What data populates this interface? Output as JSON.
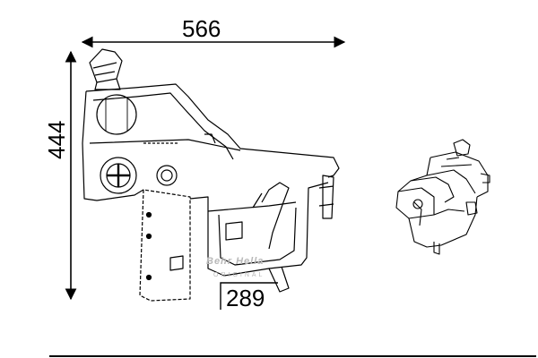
{
  "dimensions": {
    "width_label": "566",
    "height_label": "444",
    "reference_label": "289"
  },
  "watermark": {
    "brand": "Behr Hella",
    "sub": "ORIGINAL"
  },
  "colors": {
    "line": "#000000",
    "watermark": "#b8b8b8",
    "background": "#ffffff"
  }
}
